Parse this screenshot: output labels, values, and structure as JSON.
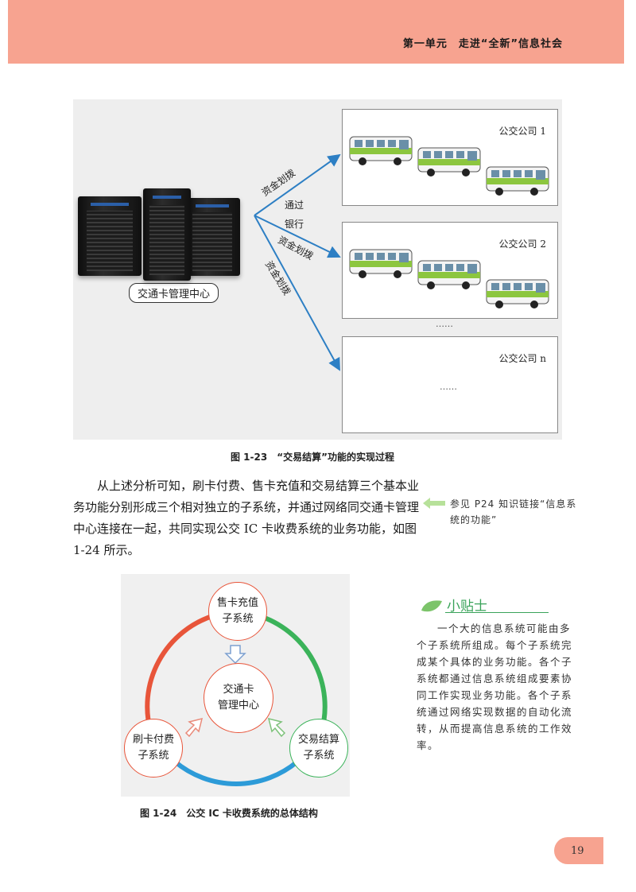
{
  "header": {
    "title": "第一单元　走进“全新”信息社会"
  },
  "figure1": {
    "center_label": "交通卡管理中心",
    "routes": [
      "资金划拨",
      "通过",
      "银行",
      "资金划拨",
      "资金划拨"
    ],
    "companies": [
      {
        "label": "公交公司 1"
      },
      {
        "label": "公交公司 2"
      },
      {
        "label": "公交公司 n",
        "placeholder": "……"
      }
    ],
    "between_dots": "……",
    "caption": "图 1-23　“交易结算”功能的实现过程"
  },
  "body": {
    "paragraph": "从上述分析可知，刷卡付费、售卡充值和交易结算三个基本业务功能分别形成三个相对独立的子系统，并通过网络同交通卡管理中心连接在一起，共同实现公交 IC 卡收费系统的业务功能，如图 1-24 所示。"
  },
  "side_note": {
    "text": "参见 P24 知识链接“信息系统的功能”"
  },
  "figure2": {
    "top_node": [
      "售卡充值",
      "子系统"
    ],
    "center_node": [
      "交通卡",
      "管理中心"
    ],
    "left_node": [
      "刷卡付费",
      "子系统"
    ],
    "right_node": [
      "交易结算",
      "子系统"
    ],
    "caption": "图 1-24　公交 IC 卡收费系统的总体结构",
    "colors": {
      "left_arc": "#e8553a",
      "right_arc": "#3bb35a",
      "bottom_arc": "#2d9bd8"
    }
  },
  "tip": {
    "title": "小贴士",
    "body": "一个大的信息系统可能由多个子系统所组成。每个子系统完成某个具体的业务功能。各个子系统都通过信息系统组成要素协同工作实现业务功能。各个子系统通过网络实现数据的自动化流转，从而提高信息系统的工作效率。"
  },
  "page": {
    "number": "19"
  }
}
